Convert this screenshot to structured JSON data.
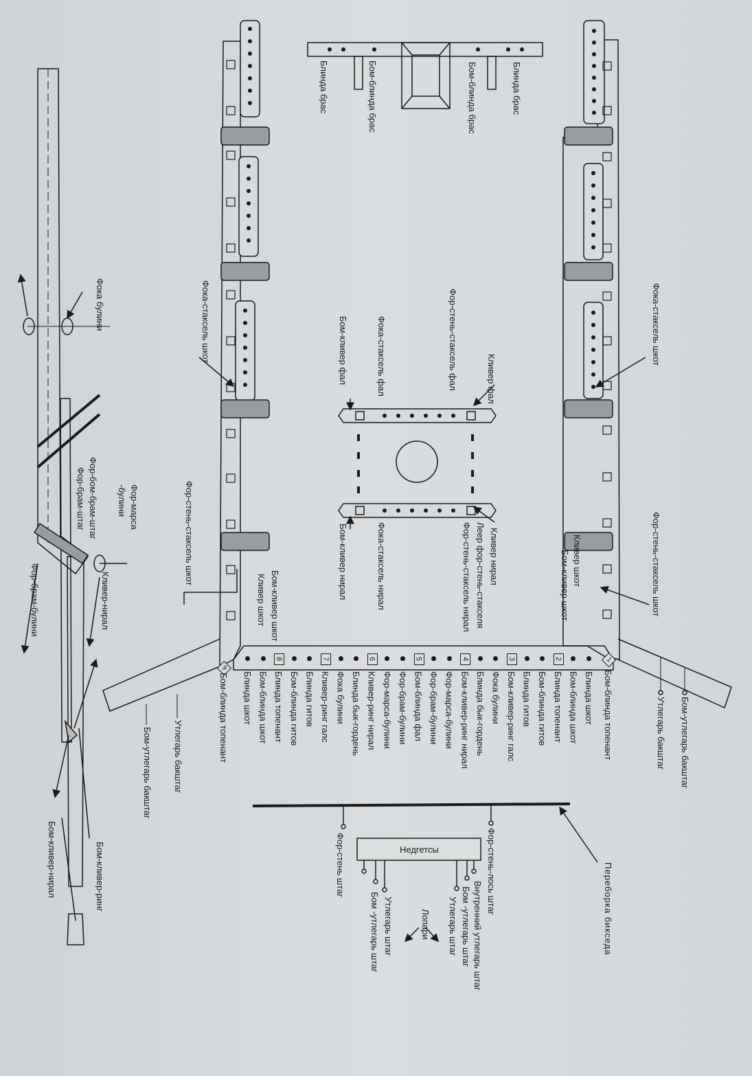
{
  "top_labels": {
    "bom_utlegar_bakshtag": "Бом-утлегарь бакштаг",
    "utlegar_bakshtag": "Утлегарь бакштаг",
    "foka_staksel_shkot": "Фока-стаксель шкот",
    "for_sten_staksel_shkot": "Фор-стень-стаксель шкот",
    "kliver_shkot": "Кливер шкот",
    "bom_kliver_shkot": "Бом-кливер шкот"
  },
  "bow_labels": {
    "blinda_bras_1": "Блинда брас",
    "bom_blinda_bras_1": "Бом-блинда брас",
    "bom_blinda_bras_2": "Бом-блинда брас",
    "blinda_bras_2": "Блинда брас"
  },
  "center_labels": {
    "kliver_fal": "Кливер фал",
    "for_sten_staksel_fal": "Фор-стень-стаксель фал",
    "foka_staksel_fal": "Фока-стаксель фал",
    "bom_kliver_fal": "Бом-кливер фал",
    "kliver_niral": "Кливер нирал",
    "leer": "Леер фор-стень-стакселя",
    "for_sten_staksel_niral": "Фор-стень-стаксель нирал",
    "foka_staksel_niral": "Фока-стаксель нирал",
    "bom_kliver_niral": "Бом-кливер нирал"
  },
  "port_labels": {
    "foka_staksel_shkot": "Фока-стаксель шкот",
    "for_sten_staksel_shkot": "Фор-стень-стаксель шкот",
    "bom_kliver_shkot": "Бом-кливер шкот",
    "kliver_shkot": "Кливер шкот",
    "utlegar_bakshtag": "Утлегарь бакштаг",
    "bom_utlegar_bakshtag": "Бом-утлегарь бакштаг"
  },
  "pin_rail": [
    {
      "label": "Бом-блинда топенант",
      "marker": "1",
      "kind": "diamond"
    },
    {
      "label": "Блинда шкот"
    },
    {
      "label": "Бом-блинда шкот"
    },
    {
      "label": "Блинда топенант",
      "marker": "2",
      "kind": "box"
    },
    {
      "label": "Бом-блинда гитов"
    },
    {
      "label": "Блинда гитов"
    },
    {
      "label": "Бом-кливер-ринг галс",
      "marker": "3",
      "kind": "box"
    },
    {
      "label": "Фока булини"
    },
    {
      "label": "Блинда бык-гордень"
    },
    {
      "label": "Бом-кливер-ринг нирал",
      "marker": "4",
      "kind": "box"
    },
    {
      "label": "Фор-марса-булини"
    },
    {
      "label": "Фор-брам-булини"
    },
    {
      "label": "Бом-блинда фал",
      "marker": "5",
      "kind": "box"
    },
    {
      "label": "Фор-брам-булини"
    },
    {
      "label": "Фор-марса-булини"
    },
    {
      "label": "Кливер-ринг нирал",
      "marker": "6",
      "kind": "box"
    },
    {
      "label": "Блинда бык-гордень"
    },
    {
      "label": "Фока булини"
    },
    {
      "label": "Кливер-ринг галс",
      "marker": "7",
      "kind": "box"
    },
    {
      "label": "Блинда гитов"
    },
    {
      "label": "Бом-блинда гитов"
    },
    {
      "label": "Блинда топенант",
      "marker": "8",
      "kind": "box"
    },
    {
      "label": "Бом-блинда шкот"
    },
    {
      "label": "Блинда шкот"
    },
    {
      "label": "Бом-блинда топенант",
      "marker": "9",
      "kind": "diamond"
    }
  ],
  "bulkhead": {
    "title": "Переборка бикседа",
    "for_sten_los_shtag": "Фор-стень-лось штаг",
    "nedgetsy": "Недгетсы",
    "vnutrenniy": "Внутренний утлегарь штаг",
    "bom_utlegar_shtag_1": "Бом -утлегарь штаг",
    "utlegar_shtag_1": "Утлегарь штаг",
    "lopari": "Лопари",
    "utlegar_shtag_2": "Утлегарь штаг",
    "bom_utlegar_shtag_2": "Бом -утлегарь штаг",
    "for_sten_shtag": "Фор-стень штаг"
  },
  "bowsprit": {
    "foka_bulini": "Фока булини",
    "for_bom_bram_shtag": "Фор-бом-брам-штаг",
    "for_bram_shtag": "Фор-брам-штаг",
    "for_marsa_bulini_1": "Фор-марса",
    "for_marsa_bulini_2": "-булини",
    "kliver_niral": "Кливер-нирал",
    "for_bram_bulini": "Фор-брам-булини",
    "bom_kliver_ring": "Бом-кливер-ринг",
    "bom_kliver_niral": "Бом-кливер-нирал"
  }
}
